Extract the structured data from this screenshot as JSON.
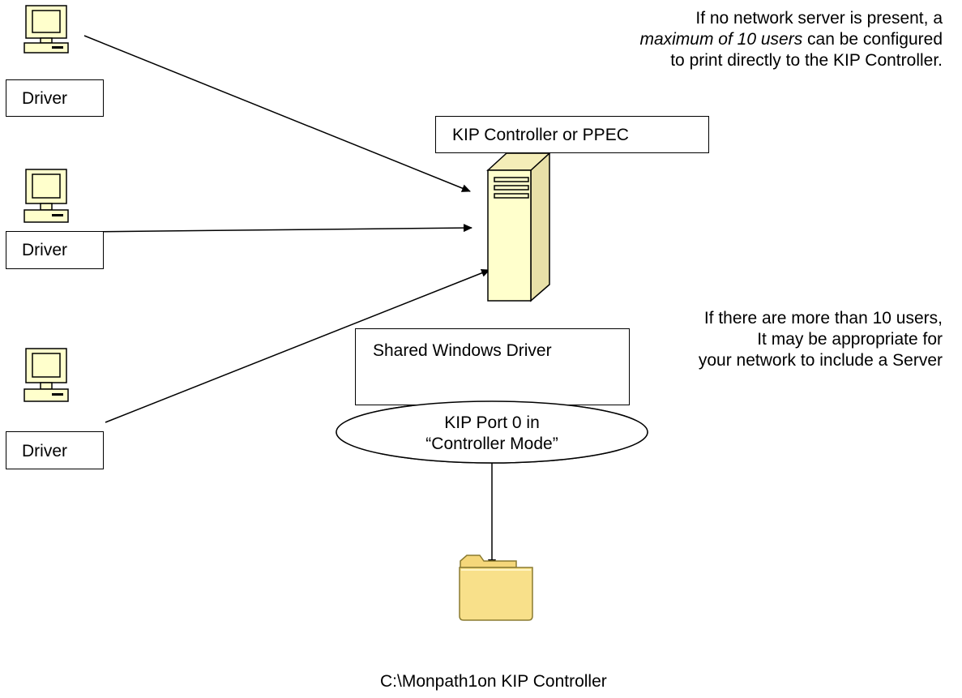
{
  "workstations": [
    {
      "label": "Driver"
    },
    {
      "label": "Driver"
    },
    {
      "label": "Driver"
    }
  ],
  "controller": {
    "label": "KIP Controller or PPEC"
  },
  "shared_driver": {
    "label": "Shared Windows Driver"
  },
  "port": {
    "line1": "KIP Port 0 in",
    "line2": "“Controller Mode”"
  },
  "note_top": {
    "line1": "If no network server is present, a",
    "line2_italic": "maximum of 10 users",
    "line2_rest": " can be configured",
    "line3": "to print directly to the KIP Controller."
  },
  "note_mid": {
    "line1": "If there are more than 10 users,",
    "line2": "It may be appropriate for",
    "line3": "your network to include a Server"
  },
  "folder_caption": "C:\\Monpath1on KIP Controller",
  "colors": {
    "monitor_body": "#FFFFCC",
    "monitor_screen": "#FFFFCC",
    "server_front": "#FFFFCC",
    "server_side": "#E8E0A8",
    "folder": "#F5D77A",
    "line": "#000000"
  }
}
